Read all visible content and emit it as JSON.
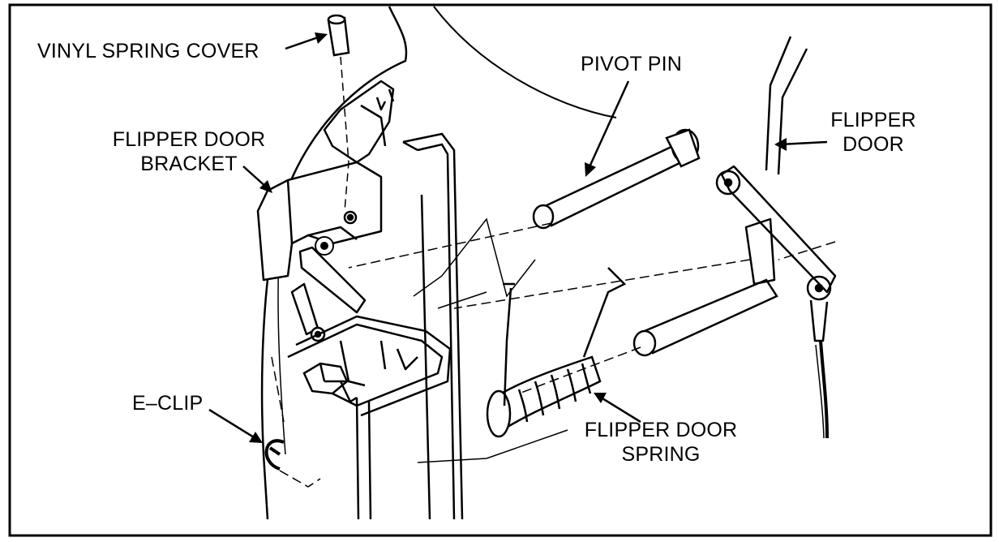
{
  "figure": {
    "labels": {
      "vinyl_spring_cover": "VINYL SPRING COVER",
      "pivot_pin": "PIVOT PIN",
      "flipper_door_bracket_line1": "FLIPPER DOOR",
      "flipper_door_bracket_line2": "BRACKET",
      "flipper_door_line1": "FLIPPER",
      "flipper_door_line2": "DOOR",
      "e_clip": "E–CLIP",
      "flipper_door_spring_line1": "FLIPPER DOOR",
      "flipper_door_spring_line2": "SPRING"
    }
  }
}
